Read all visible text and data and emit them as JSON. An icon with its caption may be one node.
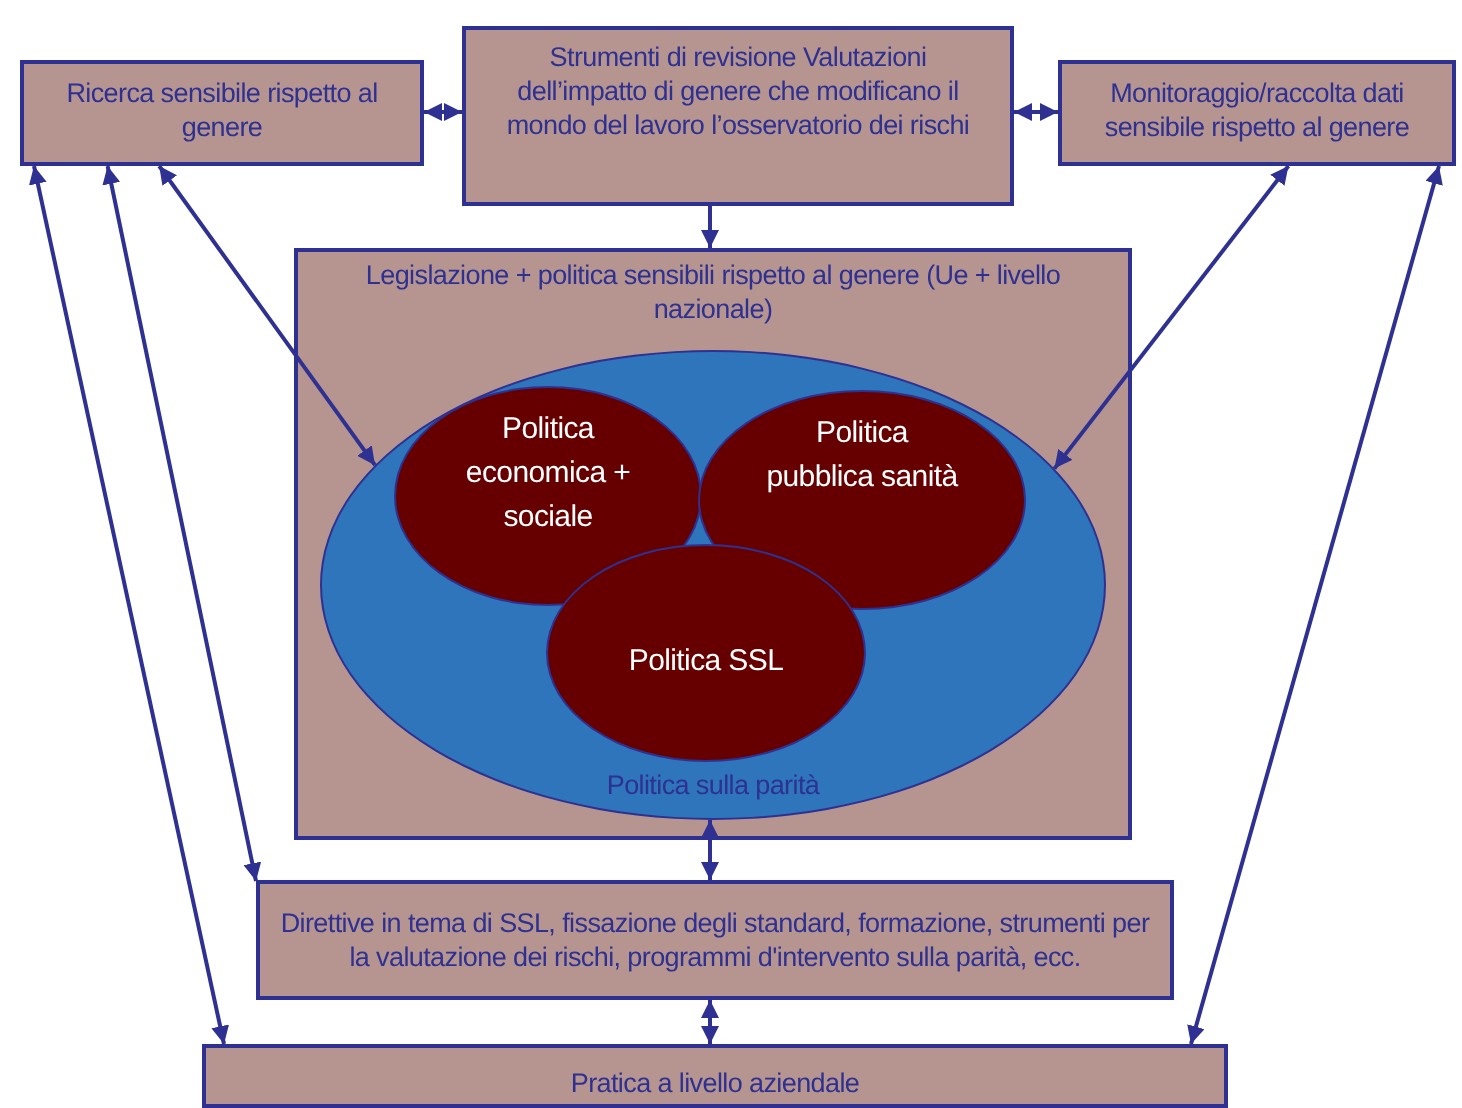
{
  "diagram": {
    "nodes": [
      {
        "text": [
          "Ricerca sensibile rispetto al genere"
        ]
      },
      {
        "text": [
          "Strumenti di revisione Valutazioni dell’impatto di genere che modificano il mondo del lavoro l’osservatorio dei rischi"
        ]
      },
      {
        "text": [
          "Monitoraggio/raccolta dati sensibile rispetto al genere"
        ]
      },
      {
        "text": [
          "Legislazione + politica sensibili rispetto al genere (Ue + livello nazionale)"
        ]
      },
      {
        "text": [
          "Politica sulla parità"
        ],
        "in": 3
      },
      {
        "text": [
          "Politica economica + sociale"
        ],
        "in": 4
      },
      {
        "text": [
          "Politica pubblica sanità"
        ],
        "in": 4
      },
      {
        "text": [
          "Politica SSL"
        ],
        "in": 4
      },
      {
        "text": [
          "Direttive in tema di SSL, fissazione degli standard, formazione, strumenti per la valutazione dei rischi, programmi d'intervento sulla parità, ecc."
        ]
      },
      {
        "text": [
          "Pratica a livello aziendale"
        ]
      }
    ],
    "edges": [
      {
        "from": 0,
        "to": 1,
        "arrow": "both"
      },
      {
        "from": 1,
        "to": 2,
        "arrow": "both"
      },
      {
        "from": 1,
        "to": 3,
        "arrow": "to"
      },
      {
        "from": 0,
        "to": 4,
        "arrow": "both"
      },
      {
        "from": 2,
        "to": 4,
        "arrow": "both"
      },
      {
        "from": 0,
        "to": 8,
        "arrow": "both"
      },
      {
        "from": 0,
        "to": 9,
        "arrow": "both"
      },
      {
        "from": 2,
        "to": 9,
        "arrow": "both"
      },
      {
        "from": 4,
        "to": 8,
        "arrow": "both"
      },
      {
        "from": 8,
        "to": 9,
        "arrow": "both"
      }
    ]
  }
}
